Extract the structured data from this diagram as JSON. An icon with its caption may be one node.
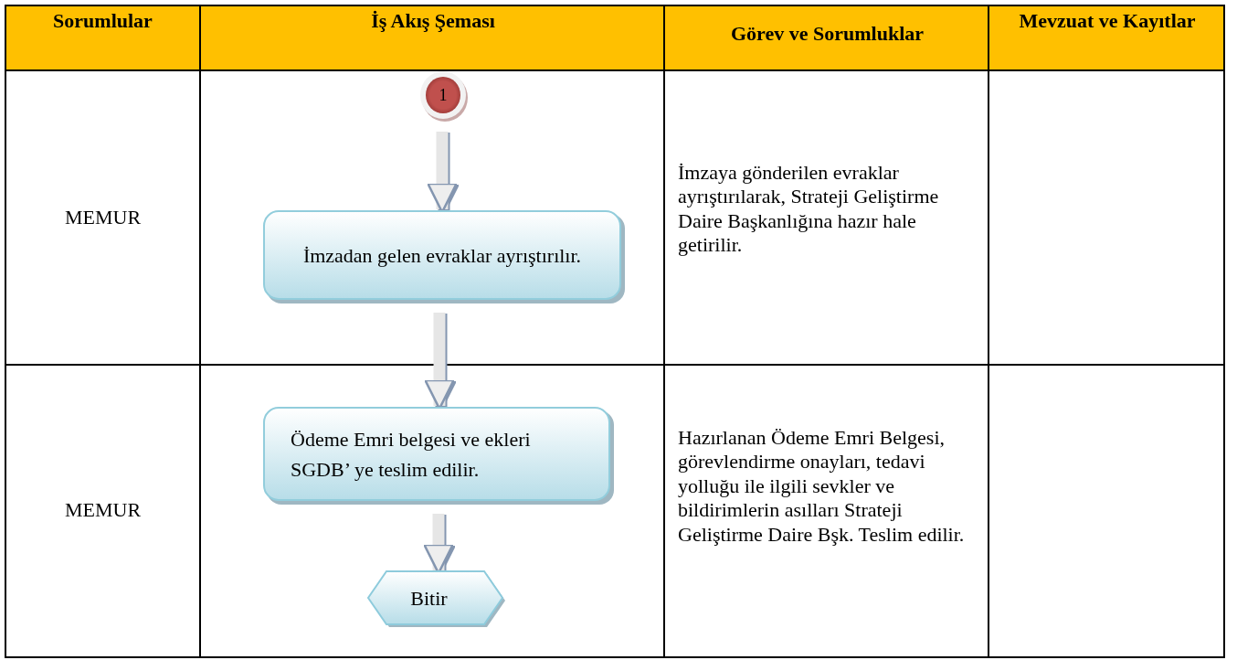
{
  "diagram": {
    "nodes": [
      {
        "text": [
          "1"
        ]
      },
      {
        "text": [
          "İmzadan gelen evraklar ayrıştırılır."
        ]
      },
      {
        "text": [
          "Ödeme Emri belgesi ve ekleri SGDB’ ye teslim edilir."
        ]
      },
      {
        "text": [
          "Bitir"
        ]
      }
    ],
    "edges": [
      {
        "from": 0,
        "to": 1,
        "arrow": "to"
      },
      {
        "from": 1,
        "to": 2,
        "arrow": "to"
      },
      {
        "from": 2,
        "to": 3,
        "arrow": "to"
      }
    ],
    "labels": [
      "Sorumlular",
      "İş Akış Şeması",
      "Görev ve Sorumluklar",
      "Mevzuat ve Kayıtlar",
      "MEMUR",
      "İmzaya gönderilen evraklar ayrıştırılarak, Strateji Geliştirme Daire Başkanlığına hazır hale getirilir.",
      "MEMUR",
      "Hazırlanan Ödeme Emri Belgesi, görevlendirme onayları, tedavi yolluğu ile ilgili sevkler ve bildirimlerin asılları Strateji Geliştirme Daire Bşk. Teslim edilir."
    ]
  }
}
